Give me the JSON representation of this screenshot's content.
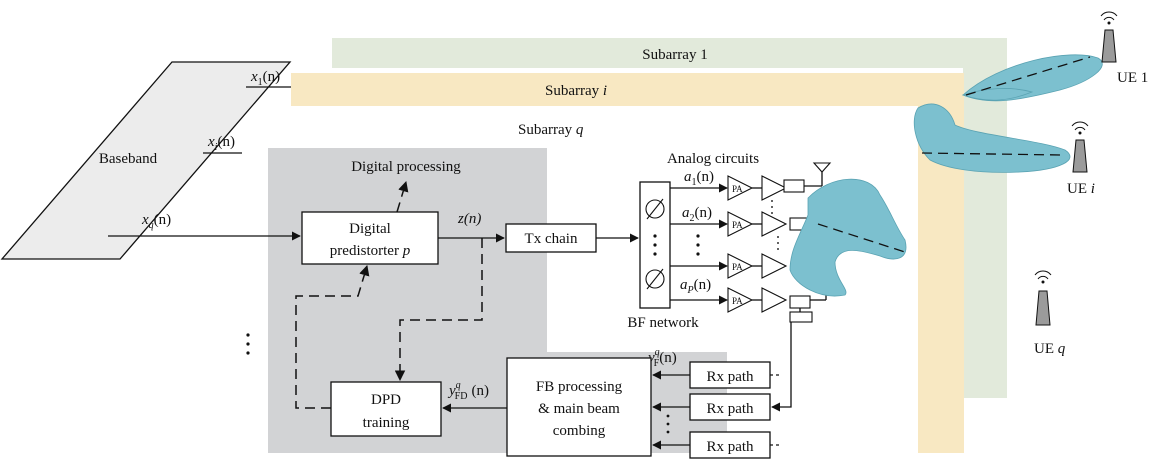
{
  "subarrays": {
    "first": "Subarray 1",
    "ith": "Subarray",
    "ith_var": "i",
    "qth": "Subarray",
    "qth_var": "q"
  },
  "baseband": {
    "label": "Baseband",
    "x1": {
      "var": "x",
      "sub": "1",
      "arg": "(n)"
    },
    "xi": {
      "var": "x",
      "sub": "i",
      "arg": "(n)"
    },
    "xq": {
      "var": "x",
      "sub": "q",
      "arg": "(n)"
    }
  },
  "digital_processing": "Digital processing",
  "predistorter": {
    "line1": "Digital",
    "line2": "predistorter",
    "var": "p"
  },
  "z_signal": "z(n)",
  "tx_chain": "Tx chain",
  "analog_circuits": "Analog circuits",
  "gains": [
    {
      "var": "a",
      "sub": "1",
      "arg": "(n)"
    },
    {
      "var": "a",
      "sub": "2",
      "arg": "(n)"
    },
    {
      "var": "a",
      "sub": "P",
      "arg": "(n)"
    }
  ],
  "pa_label": "PA",
  "bf_network": "BF network",
  "dpd_training": {
    "line1": "DPD",
    "line2": "training"
  },
  "y_fd": {
    "var": "y",
    "sup": "q",
    "sub": "FD",
    "arg": "(n)"
  },
  "y_f": {
    "var": "y",
    "sup": "q",
    "sub": "F",
    "arg": "(n)"
  },
  "fb_processing": {
    "line1": "FB processing",
    "line2": "& main beam",
    "line3": "combing"
  },
  "rx_path": "Rx path",
  "ues": [
    {
      "label": "UE 1",
      "var": ""
    },
    {
      "label": "UE",
      "var": "i"
    },
    {
      "label": "UE",
      "var": "q"
    }
  ],
  "colors": {
    "subarray_1": "#e2eadb",
    "subarray_i": "#f8e8c2",
    "processing_panel": "#d2d3d5",
    "beam": "#7cc0cf"
  }
}
